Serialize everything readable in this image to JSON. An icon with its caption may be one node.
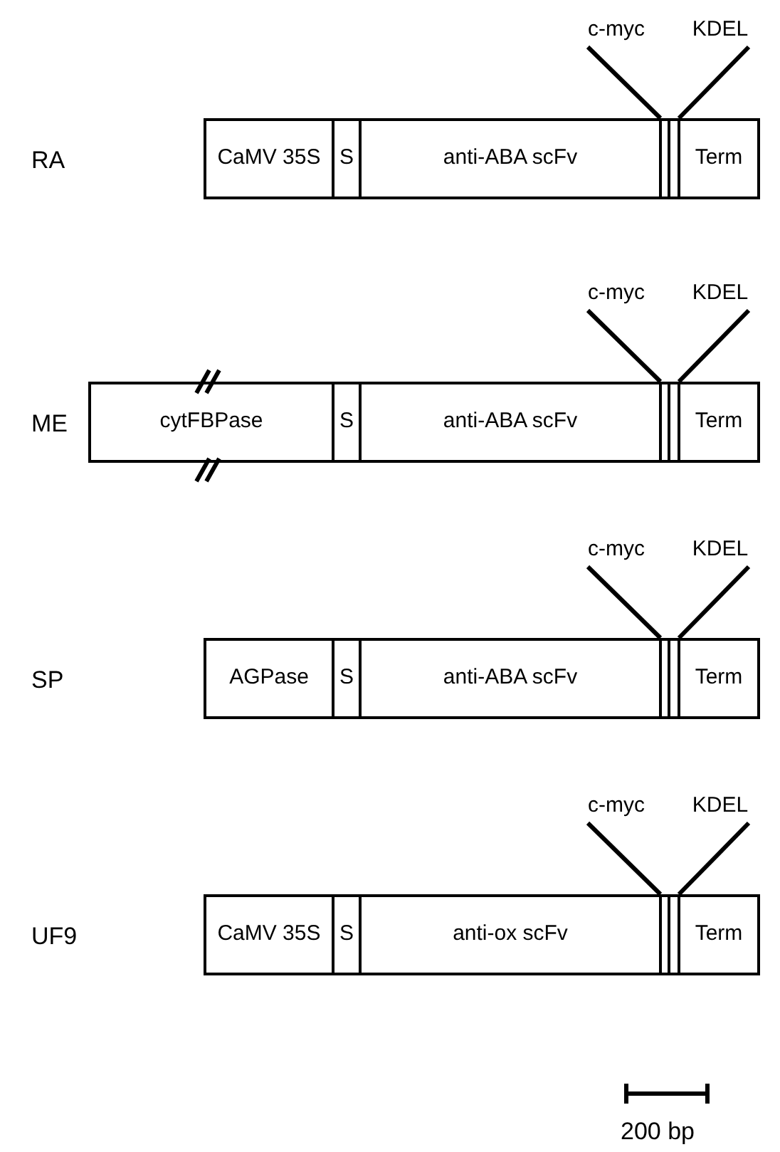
{
  "diagram": {
    "nodes": [
      {
        "text": [
          "CaMV 35S"
        ]
      },
      {
        "text": [
          "S"
        ]
      },
      {
        "text": [
          "anti-ABA scFv"
        ]
      },
      {
        "text": [],
        "shape": "box"
      },
      {
        "text": [],
        "shape": "box"
      },
      {
        "text": [
          "Term"
        ]
      },
      {
        "text": [
          "c-myc"
        ]
      },
      {
        "text": [
          "KDEL"
        ]
      },
      {
        "text": [
          "cytFBPase"
        ]
      },
      {
        "text": [
          "S"
        ]
      },
      {
        "text": [
          "anti-ABA scFv"
        ]
      },
      {
        "text": [],
        "shape": "box"
      },
      {
        "text": [],
        "shape": "box"
      },
      {
        "text": [
          "Term"
        ]
      },
      {
        "text": [
          "c-myc"
        ]
      },
      {
        "text": [
          "KDEL"
        ]
      },
      {
        "text": [
          "AGPase"
        ]
      },
      {
        "text": [
          "S"
        ]
      },
      {
        "text": [
          "anti-ABA scFv"
        ]
      },
      {
        "text": [],
        "shape": "box"
      },
      {
        "text": [],
        "shape": "box"
      },
      {
        "text": [
          "Term"
        ]
      },
      {
        "text": [
          "c-myc"
        ]
      },
      {
        "text": [
          "KDEL"
        ]
      },
      {
        "text": [
          "CaMV 35S"
        ]
      },
      {
        "text": [
          "S"
        ]
      },
      {
        "text": [
          "anti-ox scFv"
        ]
      },
      {
        "text": [],
        "shape": "box"
      },
      {
        "text": [],
        "shape": "box"
      },
      {
        "text": [
          "Term"
        ]
      },
      {
        "text": [
          "c-myc"
        ]
      },
      {
        "text": [
          "KDEL"
        ]
      }
    ],
    "edges": [
      {
        "from": 6,
        "to": 3,
        "arrow": "none"
      },
      {
        "from": 7,
        "to": 4,
        "arrow": "none"
      },
      {
        "from": 14,
        "to": 11,
        "arrow": "none"
      },
      {
        "from": 15,
        "to": 12,
        "arrow": "none"
      },
      {
        "from": 22,
        "to": 19,
        "arrow": "none"
      },
      {
        "from": 23,
        "to": 20,
        "arrow": "none"
      },
      {
        "from": 30,
        "to": 27,
        "arrow": "none"
      },
      {
        "from": 31,
        "to": 28,
        "arrow": "none"
      }
    ],
    "labels": [
      "RA",
      "ME",
      "SP",
      "UF9",
      "200 bp"
    ]
  }
}
